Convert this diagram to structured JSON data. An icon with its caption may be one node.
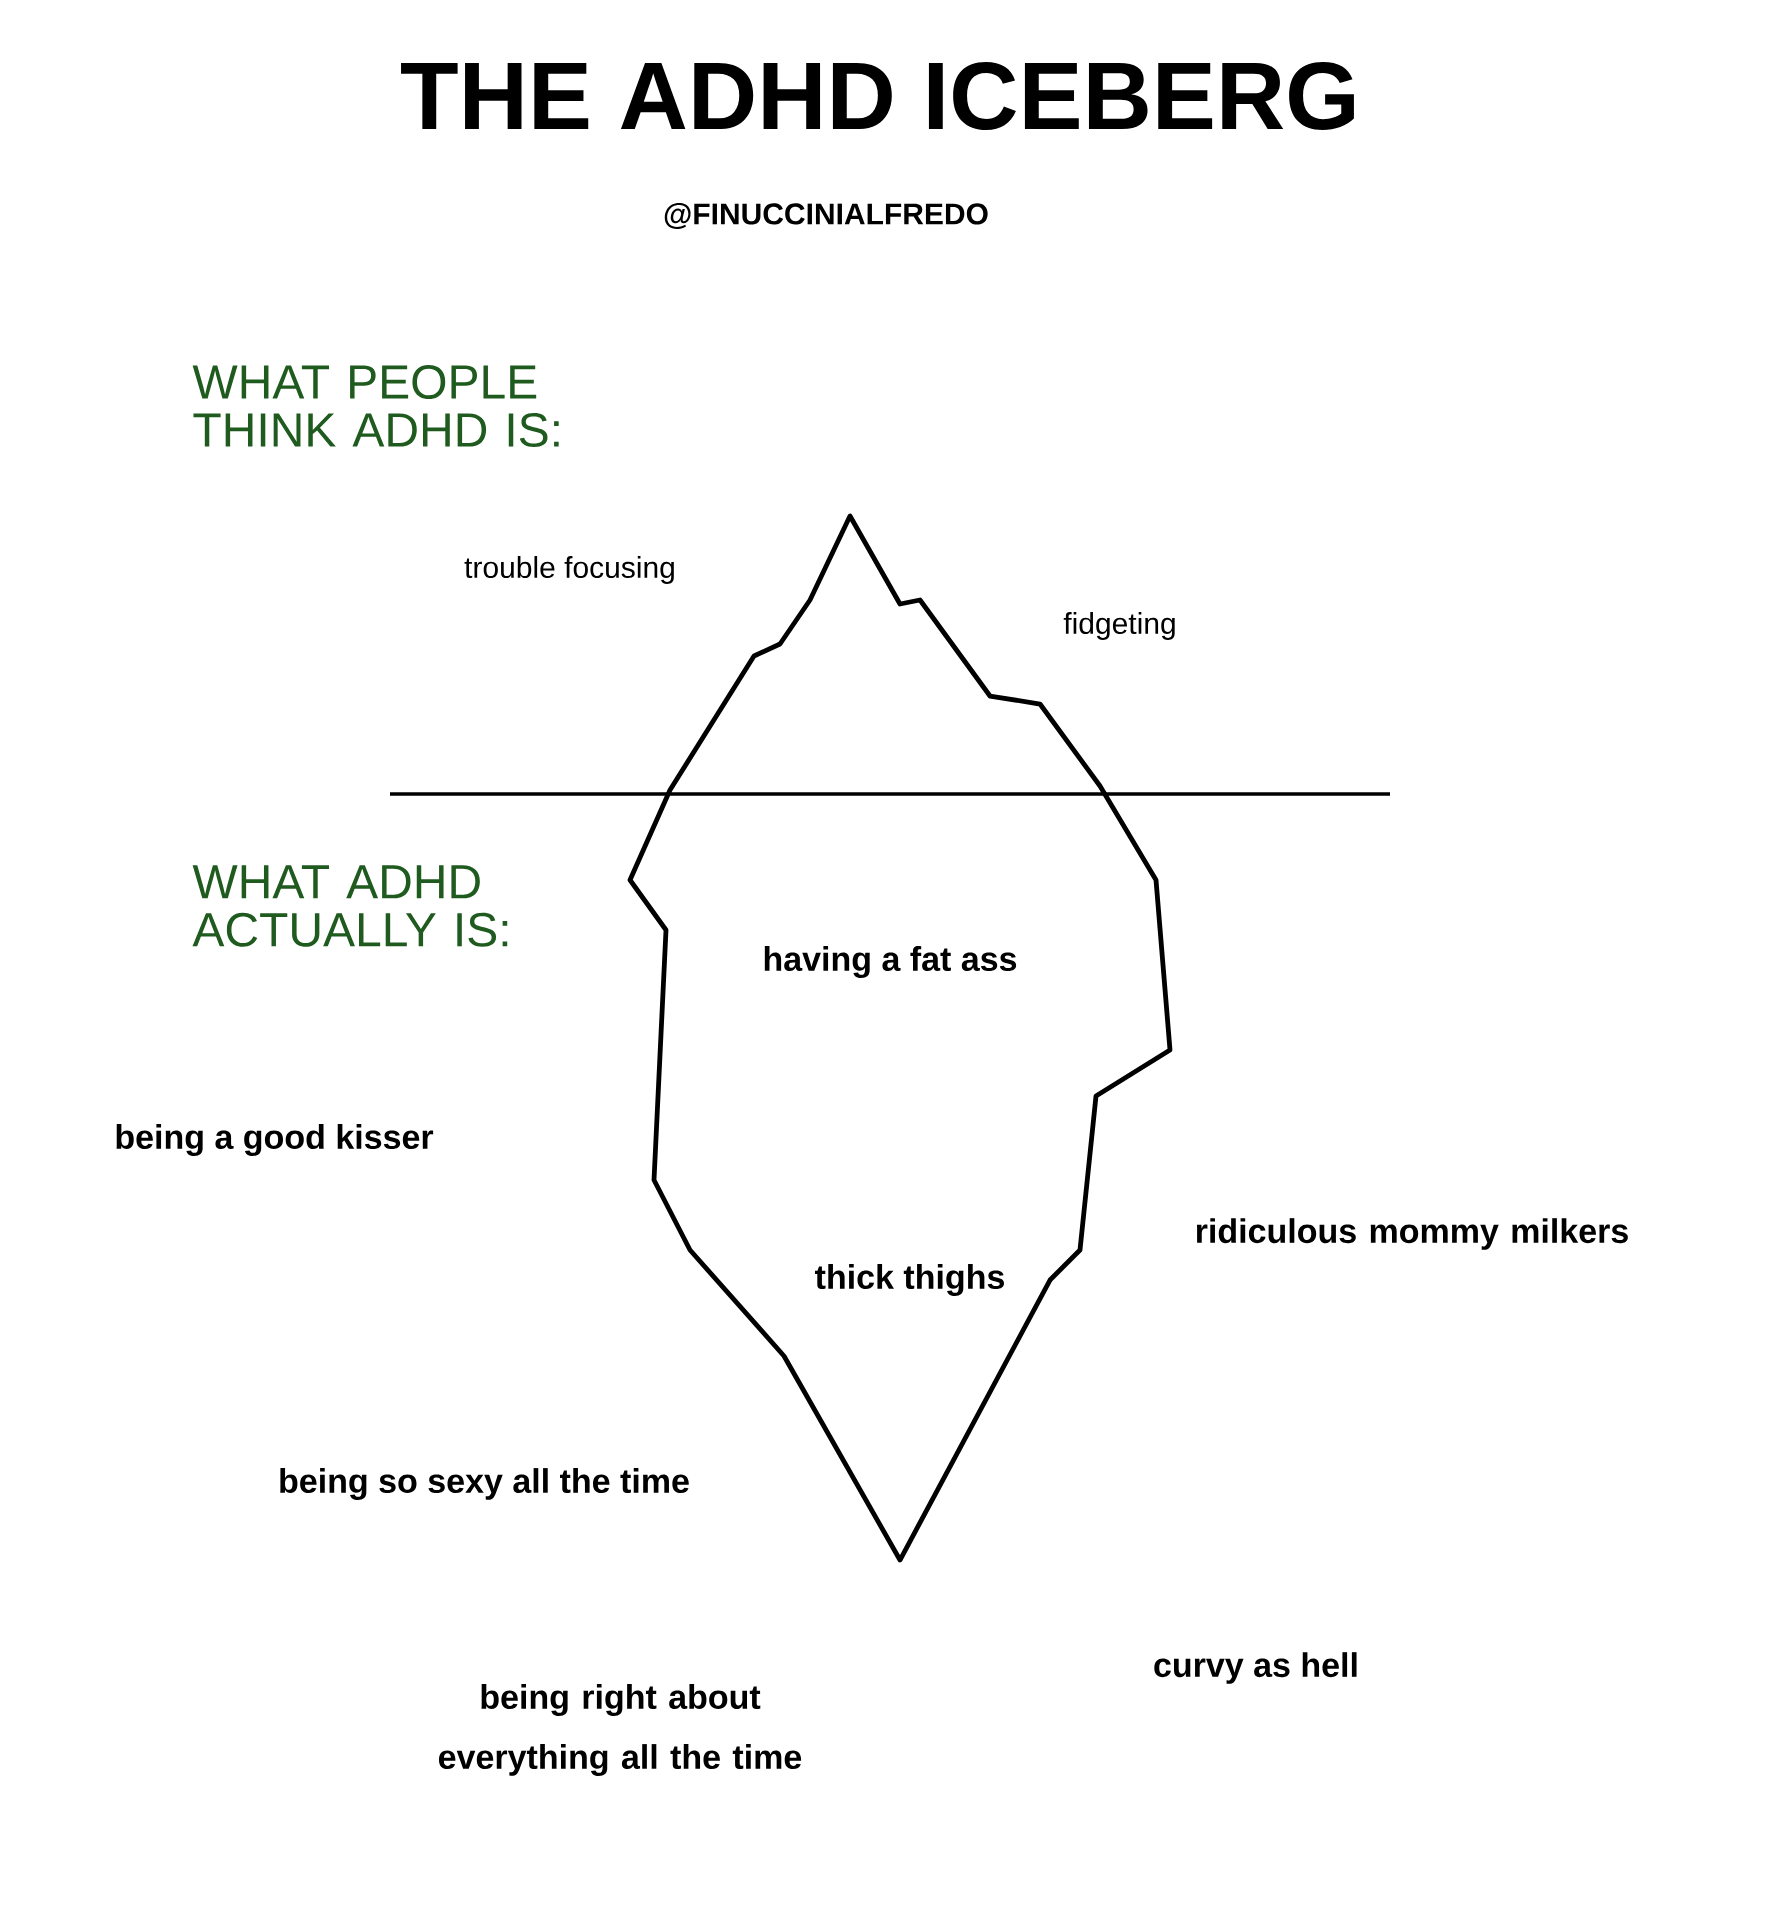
{
  "diagram": {
    "title": "THE ADHD ICEBERG",
    "labels": [
      "@FINUCCINIALFREDO",
      "WHAT PEOPLE THINK ADHD IS:",
      "trouble focusing",
      "fidgeting",
      "WHAT ADHD ACTUALLY IS:",
      "having a fat ass",
      "being a good kisser",
      "ridiculous mommy milkers",
      "thick thighs",
      "being so sexy all the time",
      "being right about everything all the time",
      "curvy as hell"
    ]
  }
}
